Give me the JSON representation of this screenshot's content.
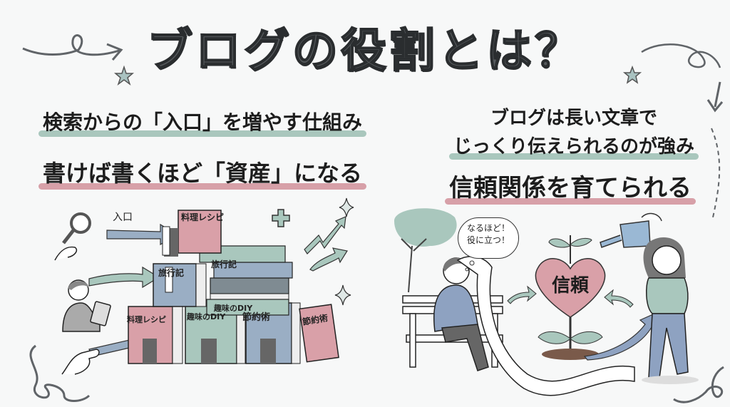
{
  "title": "ブログの役割とは？",
  "left_panel": {
    "line1": "検索からの「入口」を増やす仕組み",
    "line2": "書けば書くほど「資産」になる",
    "entry_label": "入口",
    "books": [
      {
        "label": "料理レシピ",
        "color": "#d9a0a8"
      },
      {
        "label": "旅行記",
        "color": "#9aaec4"
      },
      {
        "label": "旅行記",
        "color": "#a9c7bd"
      },
      {
        "label": "趣味のDIY",
        "color": "#a9c7bd"
      },
      {
        "label": "料理レシピ",
        "color": "#d9a0a8"
      },
      {
        "label": "趣味のDIY",
        "color": "#a9c7bd"
      },
      {
        "label": "節約術",
        "color": "#9aaec4"
      },
      {
        "label": "節約術",
        "color": "#d9a0a8"
      }
    ]
  },
  "right_panel": {
    "line1": "ブログは長い文章で",
    "line2": "じっくり伝えられるのが強み",
    "line3": "信頼関係を育てられる",
    "thought_bubble_line1": "なるほど！",
    "thought_bubble_line2": "役に立つ！",
    "heart_label": "信頼"
  },
  "colors": {
    "green": "#a9c7bd",
    "pink": "#d7a0a8",
    "blue": "#9aaec4",
    "ink": "#2a2d2f"
  }
}
